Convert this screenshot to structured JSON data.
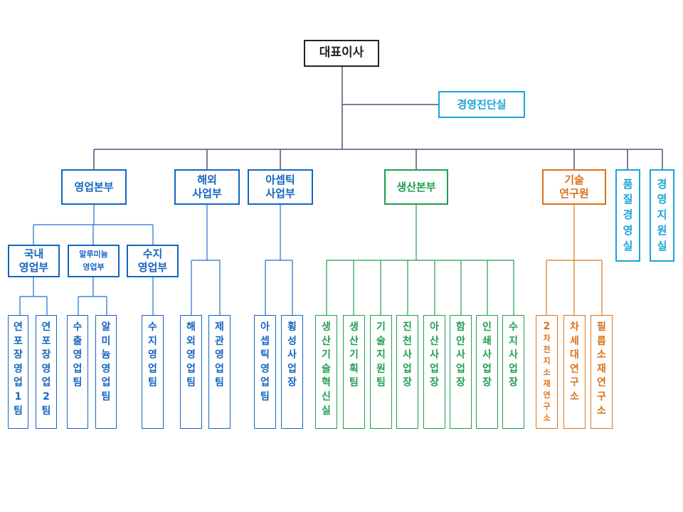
{
  "colors": {
    "black": "#222222",
    "blue": "#1565c0",
    "cyan": "#1aa3d9",
    "green": "#1f9e4f",
    "orange": "#d9731a",
    "line_main": "#5a4a78"
  },
  "ceo": "대표이사",
  "audit": "경영진단실",
  "sales": {
    "title": "영업본부",
    "domestic": "국내\n영업부",
    "alu": "알루미늄\n영업부",
    "resin": "수지\n영업부",
    "teams": [
      "연포장영업1팀",
      "연포장영업2팀",
      "수출영업팀",
      "알미늄영업팀",
      "수지영업팀"
    ]
  },
  "overseas": {
    "title": "해외\n사업부",
    "teams": [
      "해외영업팀",
      "제관영업팀"
    ]
  },
  "aseptic": {
    "title": "아셉틱\n사업부",
    "teams": [
      "아셉틱영업팀",
      "횡성사업장"
    ]
  },
  "production": {
    "title": "생산본부",
    "teams": [
      "생산기술혁신실",
      "생산기획팀",
      "기술지원팀",
      "진천사업장",
      "아산사업장",
      "함안사업장",
      "인쇄사업장",
      "수지사업장"
    ]
  },
  "rnd": {
    "title": "기술\n연구원",
    "teams": [
      "2차전지소재연구소",
      "차세대연구소",
      "필름소재연구소"
    ]
  },
  "quality": "품질경영실",
  "support": "경영지원실"
}
